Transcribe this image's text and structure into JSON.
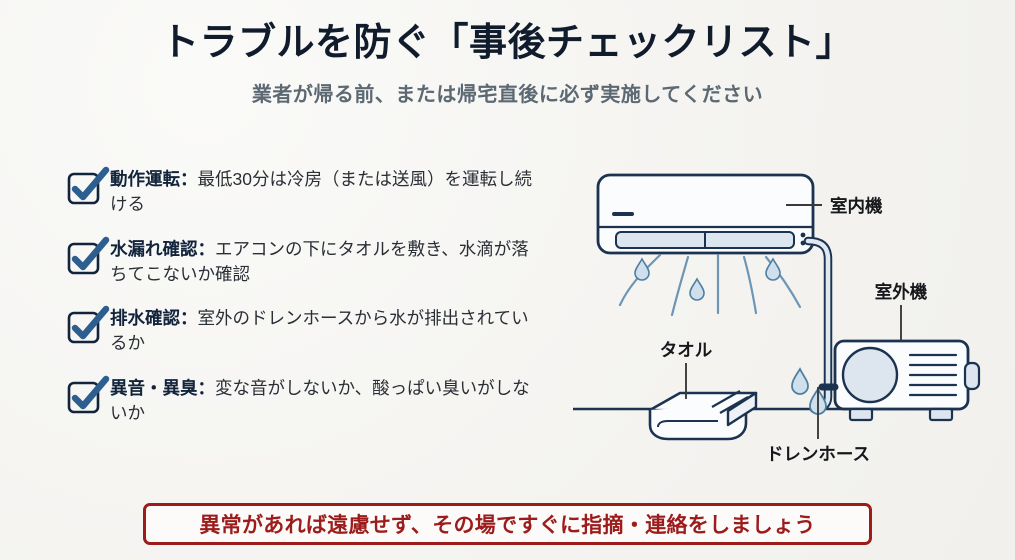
{
  "header": {
    "title": "トラブルを防ぐ「事後チェックリスト」",
    "subtitle": "業者が帰る前、または帰宅直後に必ず実施してください"
  },
  "checklist": {
    "items": [
      {
        "icon": "checkbox-checked-icon",
        "lead": "動作運転：",
        "body": "最低30分は冷房（または送風）を運転し続ける"
      },
      {
        "icon": "checkbox-checked-icon",
        "lead": "水漏れ確認：",
        "body": "エアコンの下にタオルを敷き、水滴が落ちてこないか確認"
      },
      {
        "icon": "checkbox-checked-icon",
        "lead": "排水確認：",
        "body": "室外のドレンホースから水が排出されているか"
      },
      {
        "icon": "checkbox-checked-icon",
        "lead": "異音・異臭：",
        "body": "変な音がしないか、酸っぱい臭いがしないか"
      }
    ]
  },
  "banner": {
    "text": "異常があれば遠慮せず、その場ですぐに指摘・連絡をしましょう"
  },
  "illustration": {
    "labels": {
      "indoor_unit": "室内機",
      "outdoor_unit": "室外機",
      "towel": "タオル",
      "drain_hose": "ドレンホース"
    }
  },
  "colors": {
    "background": "#f6f5f2",
    "title": "#101c2c",
    "subtitle": "#5c6872",
    "lead_text": "#12243c",
    "body_text": "#2a2f36",
    "check_box_stroke": "#12243c",
    "check_mark": "#2c5f8f",
    "banner_border": "#9c1b1b",
    "banner_text": "#9c1b1b",
    "diagram_stroke": "#1b3350",
    "diagram_fill": "#eef2f7",
    "water_drop": "#a8c4d8",
    "airflow": "#6d95b5"
  }
}
